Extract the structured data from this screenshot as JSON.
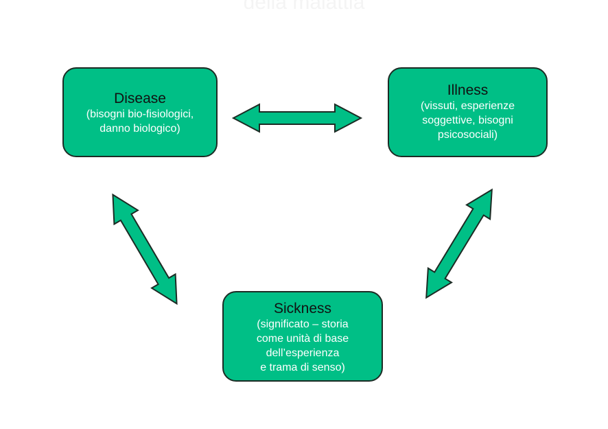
{
  "header": {
    "title": "della malattia"
  },
  "nodes": {
    "disease": {
      "title": "Disease",
      "desc": "(bisogni bio-fisiologici,\ndanno biologico)"
    },
    "illness": {
      "title": "Illness",
      "desc": "(vissuti, esperienze\nsoggettive, bisogni\npsicosociali)"
    },
    "sickness": {
      "title": "Sickness",
      "desc": "(significato – storia\ncome unità di base\ndell’esperienza\ne trama di senso)"
    }
  },
  "colors": {
    "box_fill": "#00bf86",
    "border": "#1c2b24",
    "title_text": "#111111",
    "desc_text": "#ffffff"
  },
  "edges": [
    {
      "from": "disease",
      "to": "illness",
      "type": "double-arrow"
    },
    {
      "from": "disease",
      "to": "sickness",
      "type": "double-arrow"
    },
    {
      "from": "illness",
      "to": "sickness",
      "type": "double-arrow"
    }
  ]
}
